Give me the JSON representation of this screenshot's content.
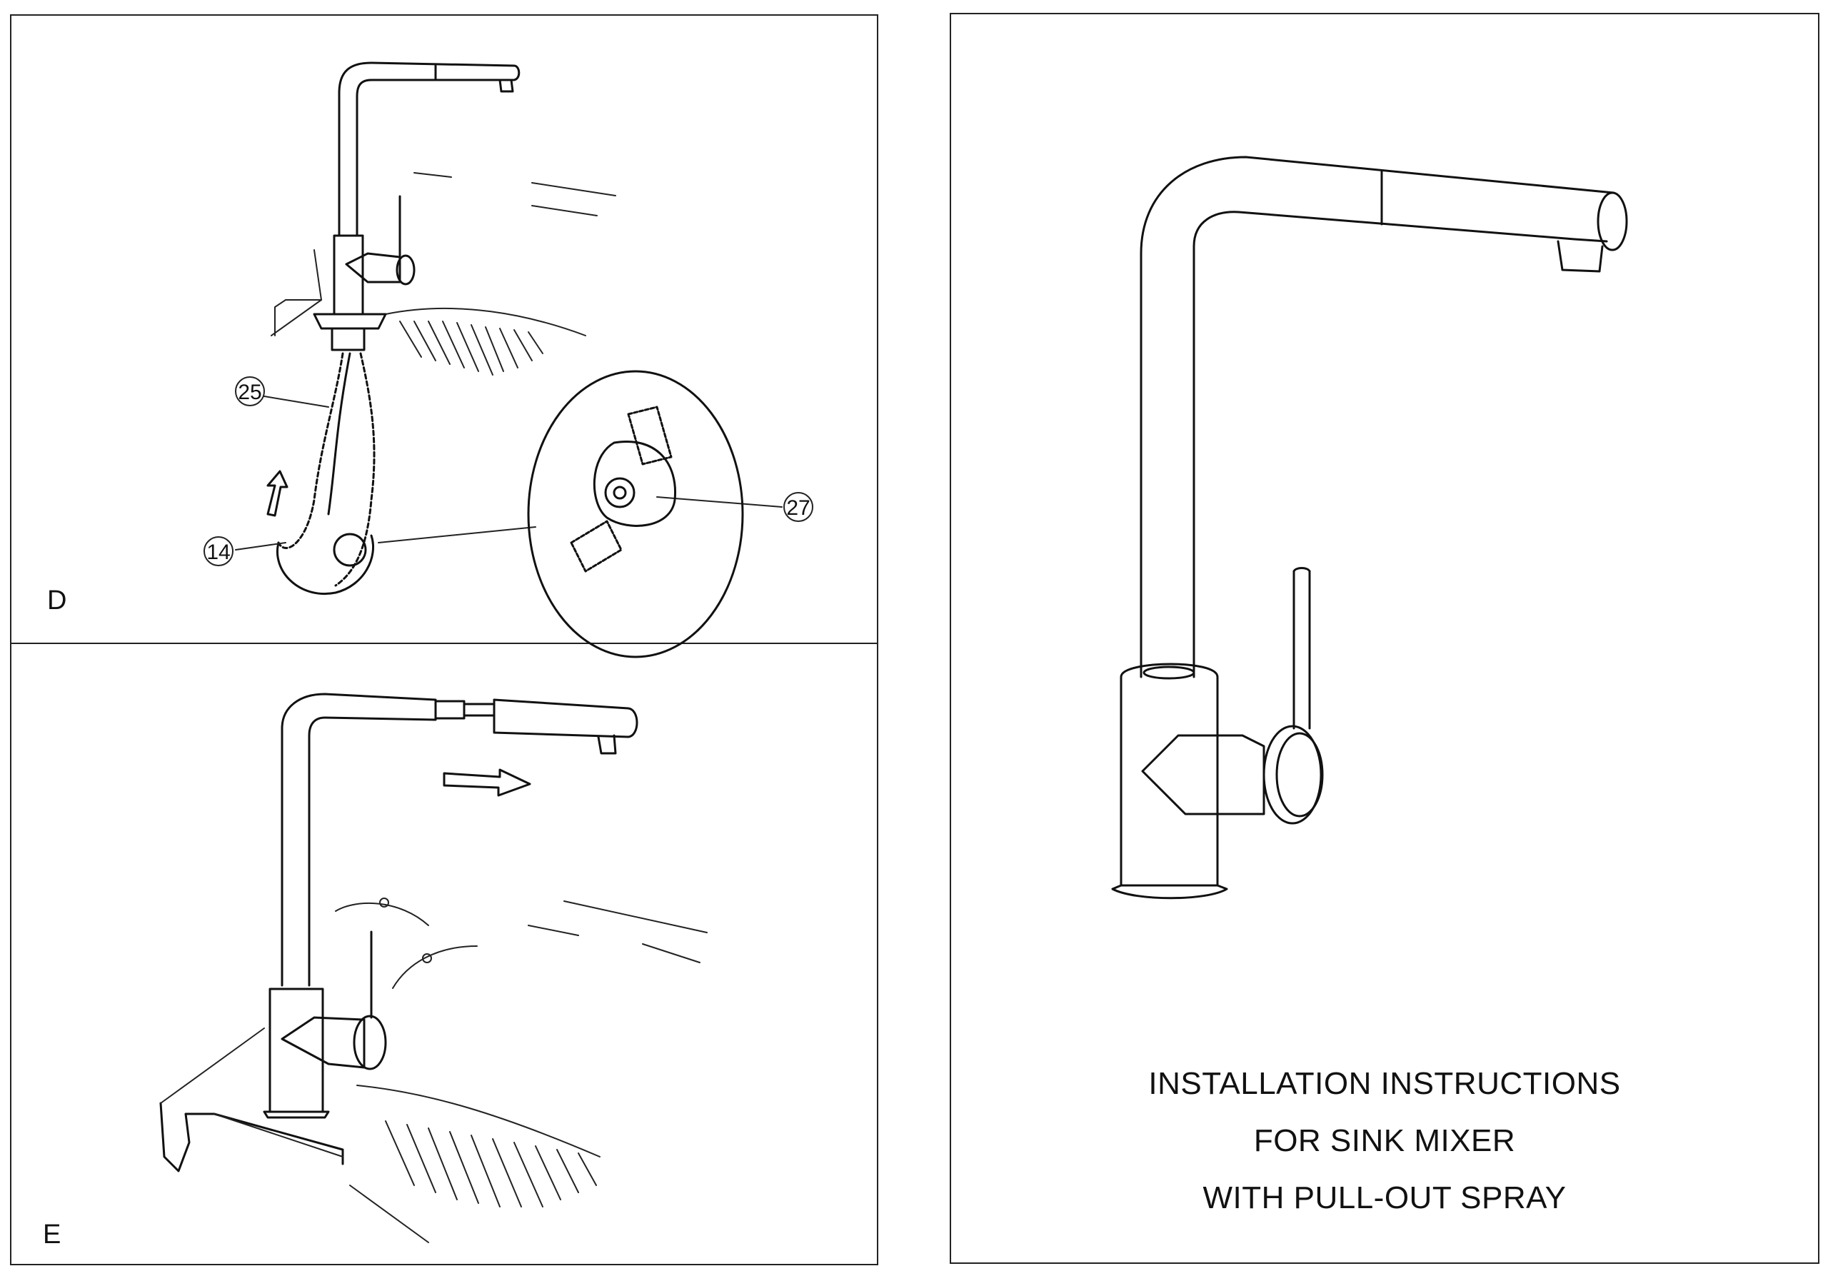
{
  "panels": {
    "d": {
      "letter": "D"
    },
    "e": {
      "letter": "E"
    }
  },
  "callouts": [
    {
      "id": "25",
      "label": "25"
    },
    {
      "id": "14",
      "label": "14"
    },
    {
      "id": "27",
      "label": "27"
    }
  ],
  "title": {
    "line1": "INSTALLATION INSTRUCTIONS",
    "line2": "FOR SINK MIXER",
    "line3": "WITH PULL-OUT SPRAY"
  }
}
